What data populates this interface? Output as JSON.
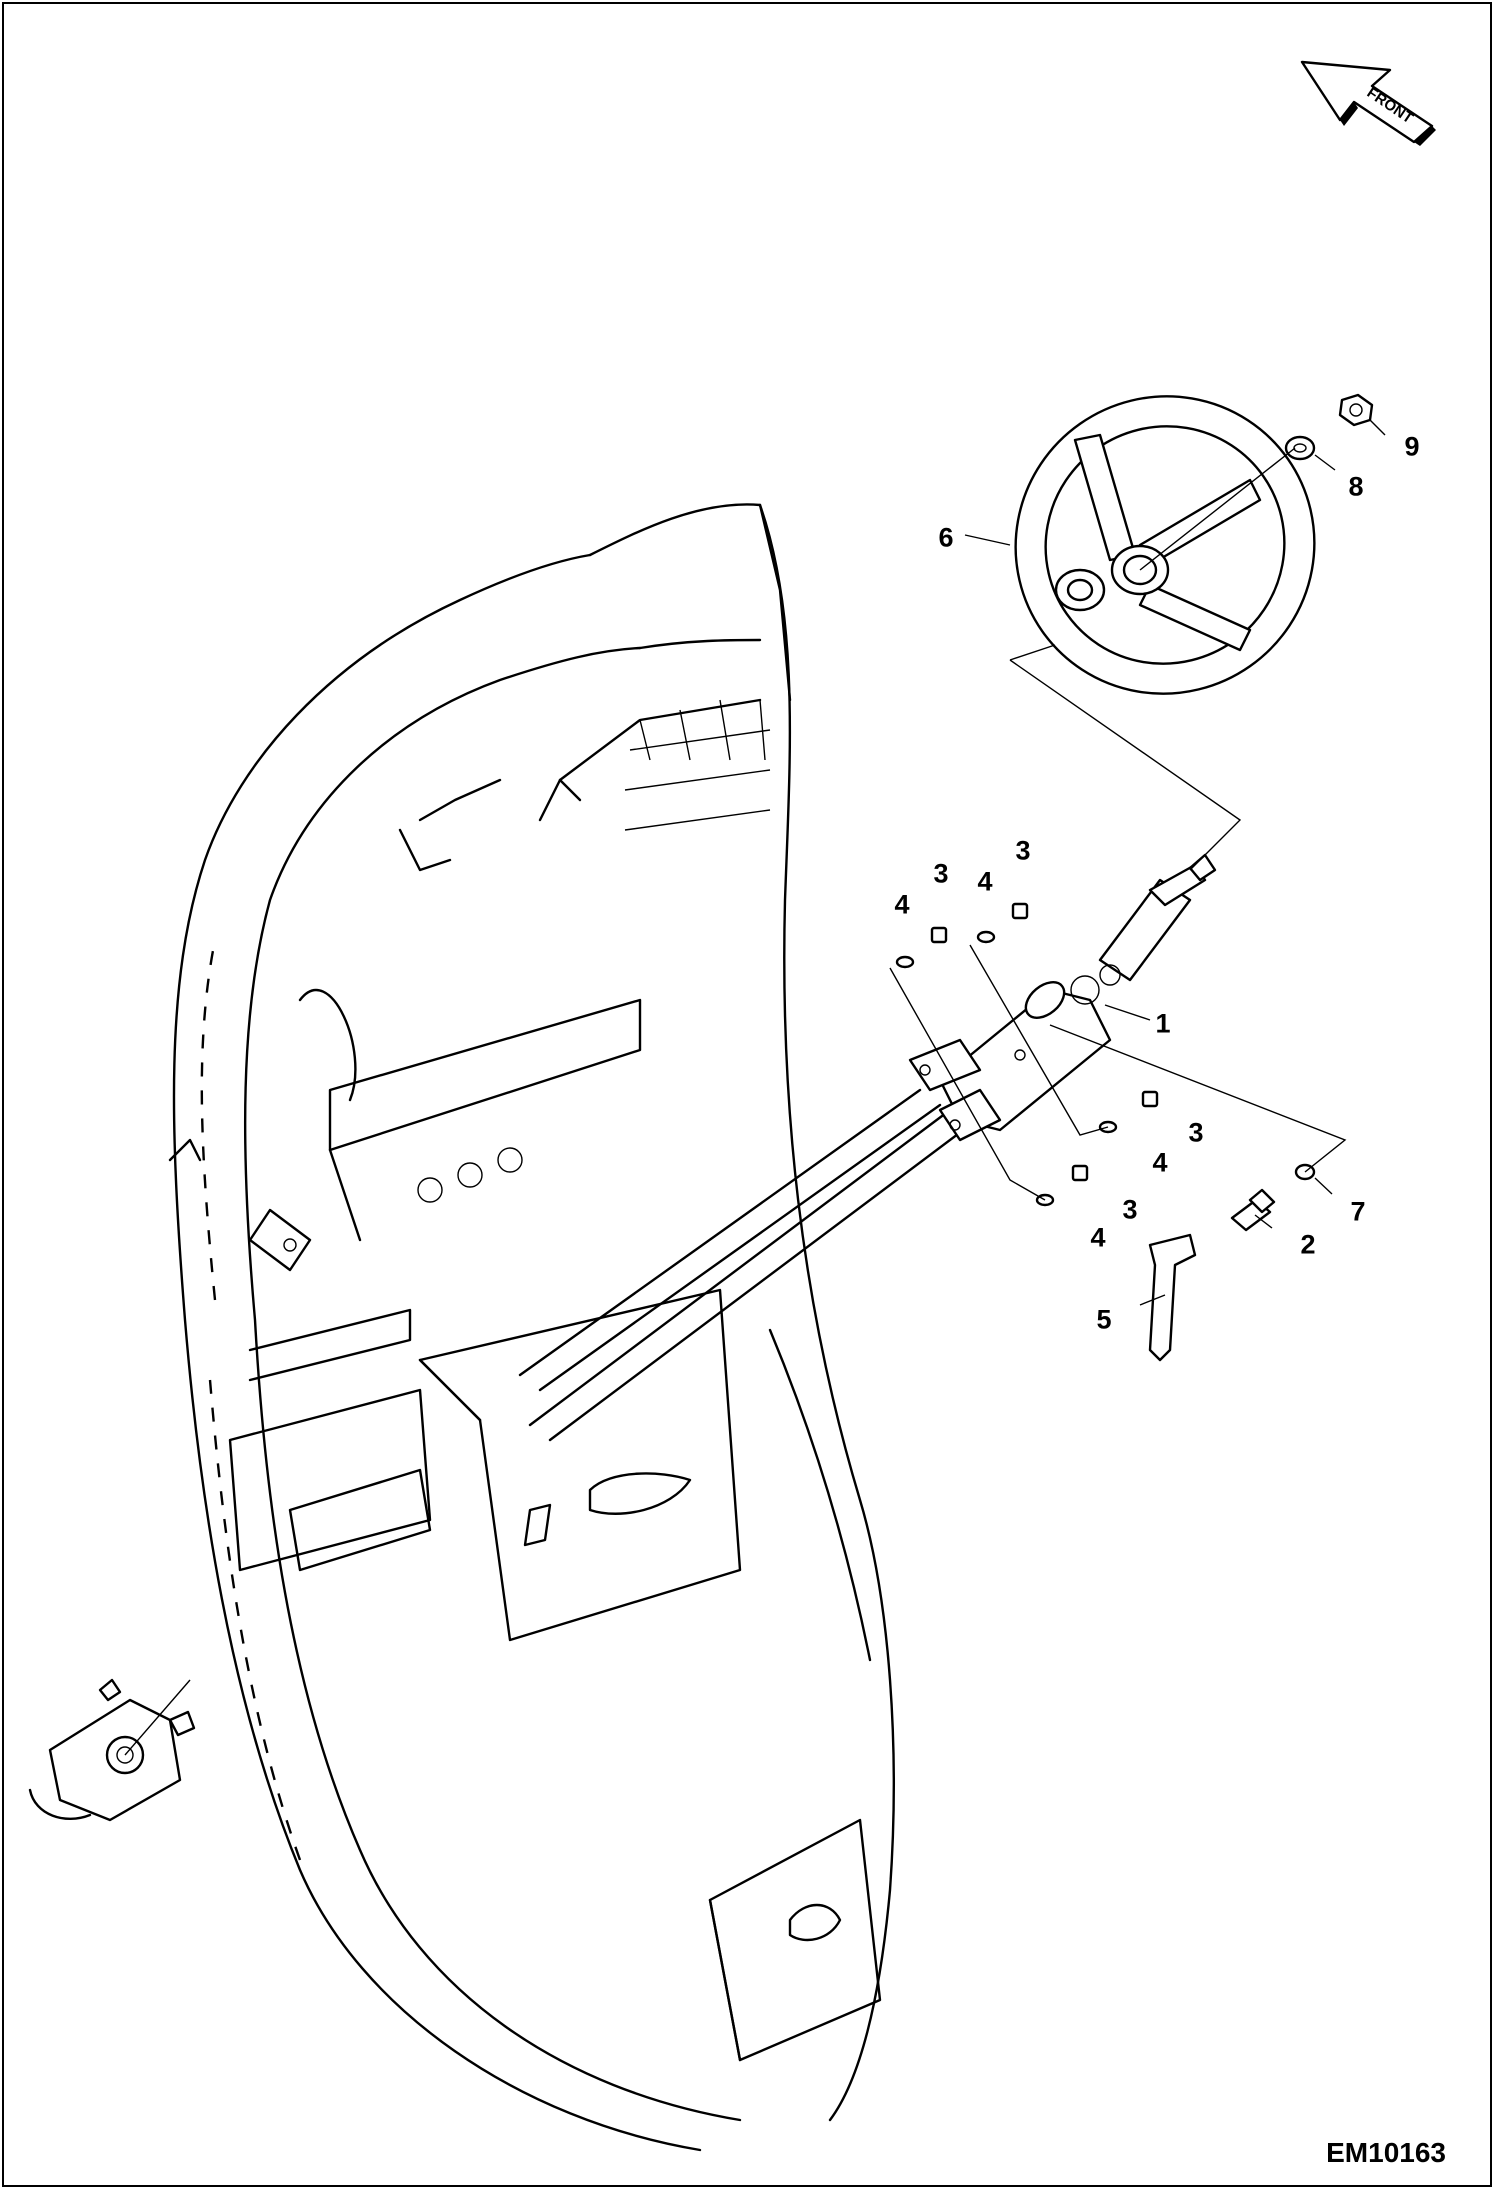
{
  "figure_code": "EM10163",
  "orientation_label": "FRONT",
  "callouts": {
    "c1": "1",
    "c2": "2",
    "c3a": "3",
    "c3b": "3",
    "c3c": "3",
    "c3d": "3",
    "c4a": "4",
    "c4b": "4",
    "c4c": "4",
    "c4d": "4",
    "c5": "5",
    "c6": "6",
    "c7": "7",
    "c8": "8",
    "c9": "9"
  }
}
